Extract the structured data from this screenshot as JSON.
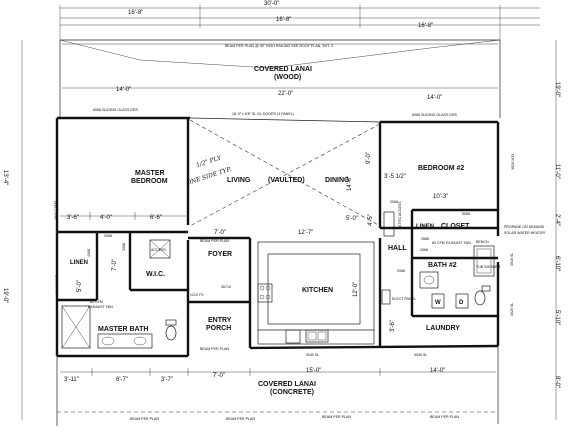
{
  "dimensions": {
    "top_total": "30'-0\"",
    "top_left": "16'-8\"",
    "top_mid": "16'-8\"",
    "top_right": "16'-8\"",
    "lanai_left": "14'-0\"",
    "lanai_mid": "22'-0\"",
    "lanai_right": "14'-0\"",
    "bed1_a": "3'-6\"",
    "bed1_b": "4'-0\"",
    "bed1_c": "6'-6\"",
    "foyer_w": "7'-0\"",
    "kitchen_w": "12'-7\"",
    "closet_w": "5'-0\"",
    "linen_h": "7'-0\"",
    "bath_v": "5'-0\"",
    "kitchen_v": "12'-0\"",
    "hall_v": "4'-5\"",
    "bed2_v": "9'-0\"",
    "dining_v": "14'-0\"",
    "bed2_a": "3'-5 1/2\"",
    "bed2_w": "10'-3\"",
    "laundry_v": "3'-6\"",
    "bot_a": "3'-11\"",
    "bot_b": "6'-7\"",
    "bot_c": "3'-7\"",
    "bot_d": "7'-0\"",
    "bot_e": "15'-0\"",
    "bot_f": "14'-0\"",
    "right_a": "19'-0\"",
    "right_b": "11'-0\"",
    "right_c": "2'-4\"",
    "right_d": "6'-10\"",
    "right_e": "5'-10\"",
    "right_f": "8'-0\"",
    "left_a": "13'-4\"",
    "left_b": "19'-0\""
  },
  "rooms": {
    "lanai_top_1": "COVERED LANAI",
    "lanai_top_2": "(WOOD)",
    "master_1": "MASTER",
    "master_2": "BEDROOM",
    "living": "LIVING",
    "vaulted": "(VAULTED)",
    "dining": "DINING",
    "bedroom2": "BEDROOM #2",
    "linen_left": "LINEN",
    "wic": "W.I.C.",
    "foyer": "FOYER",
    "kitchen": "KITCHEN",
    "hall": "HALL",
    "linen_right": "LINEN",
    "closet": "CLOSET",
    "bath2": "BATH #2",
    "entry_1": "ENTRY",
    "entry_2": "PORCH",
    "master_bath": "MASTER BATH",
    "laundry": "LAUNDRY",
    "lanai_bot_1": "COVERED LANAI",
    "lanai_bot_2": "(CONCRETE)"
  },
  "notes": {
    "beam_top": "BEAM PER PLAN @ 36\" HIGH RAILING SEE ROOF PLAN, SHT. 3",
    "slider_left": "6068 SLIDING GLASS DRS",
    "slider_mid": "18'-0\" x 6'8\" SL GL DOORS (4 PANEL)",
    "slider_right": "6068 SLIDING GLASS DRS",
    "hand_1": "1/2\" PLY",
    "hand_2": "ONE SIDE TYP.",
    "attic": "ATTIC ACCESS",
    "propane_1": "PROPANE ON DEMAND",
    "propane_2": "SOLAR WATER HEATER",
    "fan_right": "80 CFM EXHAUST FAN",
    "bench": "BENCH",
    "tub": "TUB SHOWER",
    "fan_left_1": "80 CFM",
    "fan_left_2": "EXHAUST FAN",
    "elect": "ELECT PANEL",
    "beam_1": "BEAM PER PLAN",
    "beam_2": "BEAM PER PLAN",
    "beam_3": "BEAM PER PLAN",
    "beam_4": "BEAM PER PLAN",
    "beam_5": "BEAM PER PLAN",
    "beam_6": "BEAM PER PLAN",
    "access": "ACCESS",
    "w": "W",
    "d": "D",
    "door_3068_a": "3068",
    "door_3068_b": "3068",
    "door_2068_a": "2068",
    "door_2068_b": "2068",
    "door_2868": "2868",
    "door_5068": "5068",
    "door_2668": "2668",
    "door_4068": "4068",
    "win_2040": "2040 CSMT",
    "win_3040": "3040 CSMT",
    "win_3020": "3020 XOX",
    "win_3016": "3016 SL",
    "win_3020b": "3020 SL",
    "win_1210": "1210 FX",
    "win_3040sl": "3040 SL",
    "win_5040sl": "5040 SL",
    "win_36710": "36710"
  }
}
